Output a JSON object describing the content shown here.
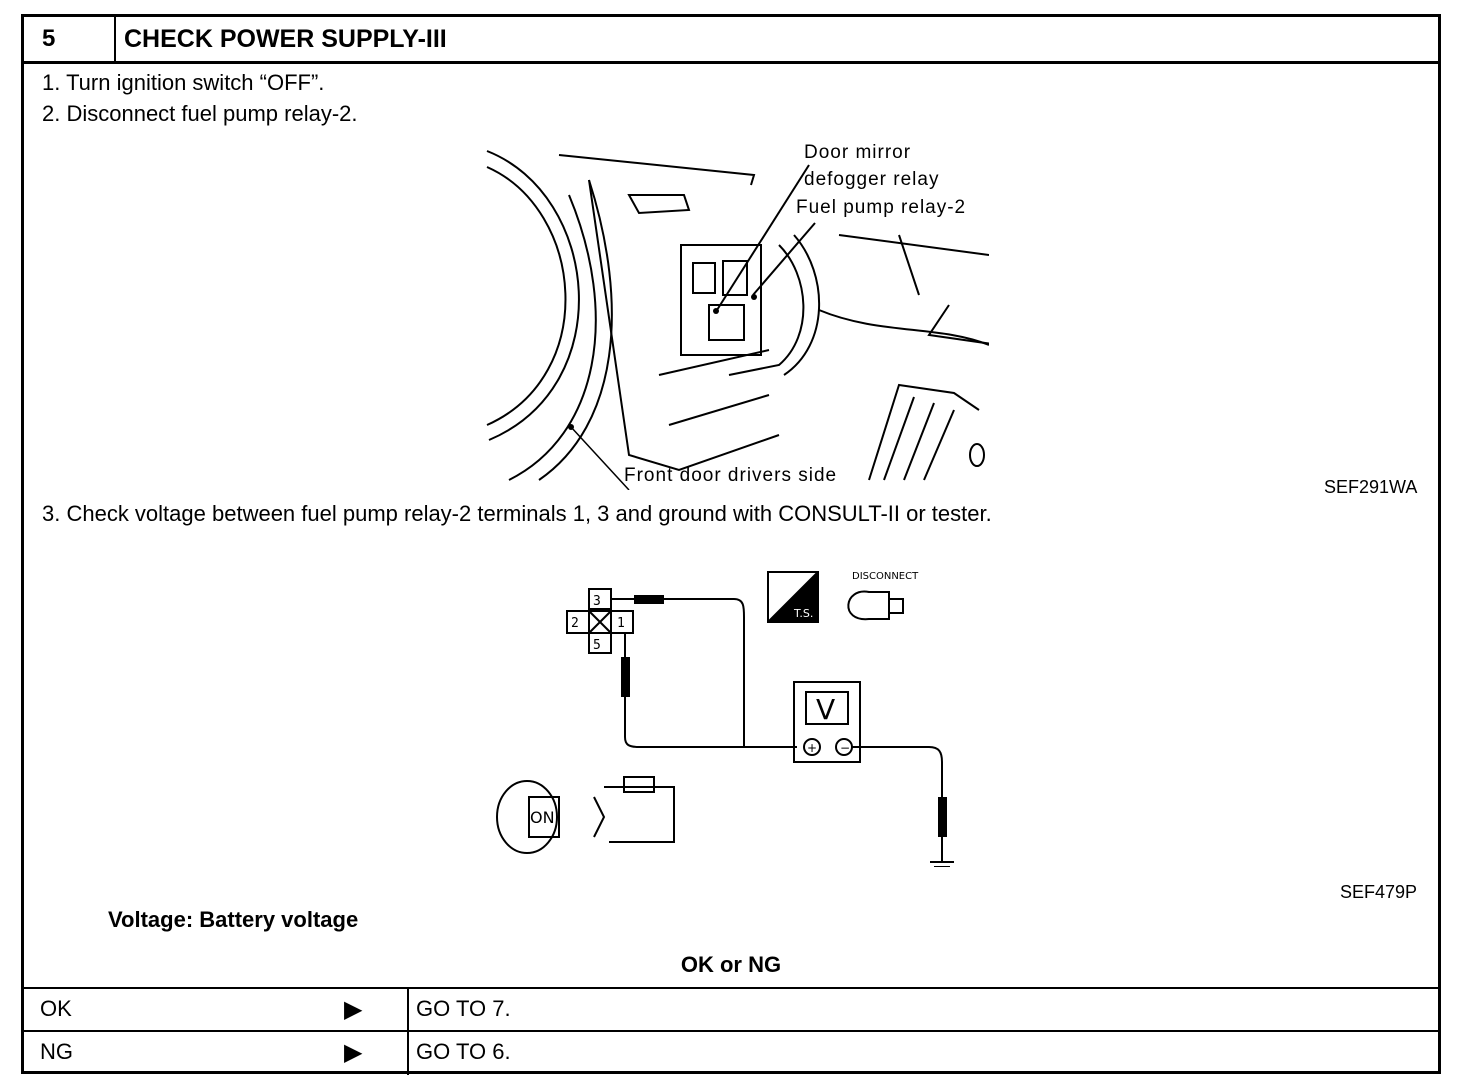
{
  "header": {
    "number": "5",
    "title": "CHECK POWER SUPPLY-III"
  },
  "steps": [
    "1.  Turn ignition switch “OFF”.",
    "2.  Disconnect fuel pump relay-2.",
    "3.  Check voltage between fuel pump relay-2 terminals 1, 3 and ground with CONSULT-II or tester."
  ],
  "figure1": {
    "labels": {
      "door_mirror_1": "Door mirror",
      "door_mirror_2": "defogger relay",
      "fuel_pump_relay": "Fuel pump relay-2",
      "front_door": "Front door drivers side"
    },
    "code": "SEF291WA"
  },
  "figure2": {
    "terminals": [
      "3",
      "2",
      "1",
      "5"
    ],
    "meter": "V",
    "key_label": "ON",
    "disconnect": "DISCONNECT",
    "ts": "T.S.",
    "code": "SEF479P"
  },
  "voltage": "Voltage: Battery voltage",
  "result_header": "OK or NG",
  "results": [
    {
      "label": "OK",
      "arrow": "▶",
      "action": "GO TO 7."
    },
    {
      "label": "NG",
      "arrow": "▶",
      "action": "GO TO 6."
    }
  ]
}
